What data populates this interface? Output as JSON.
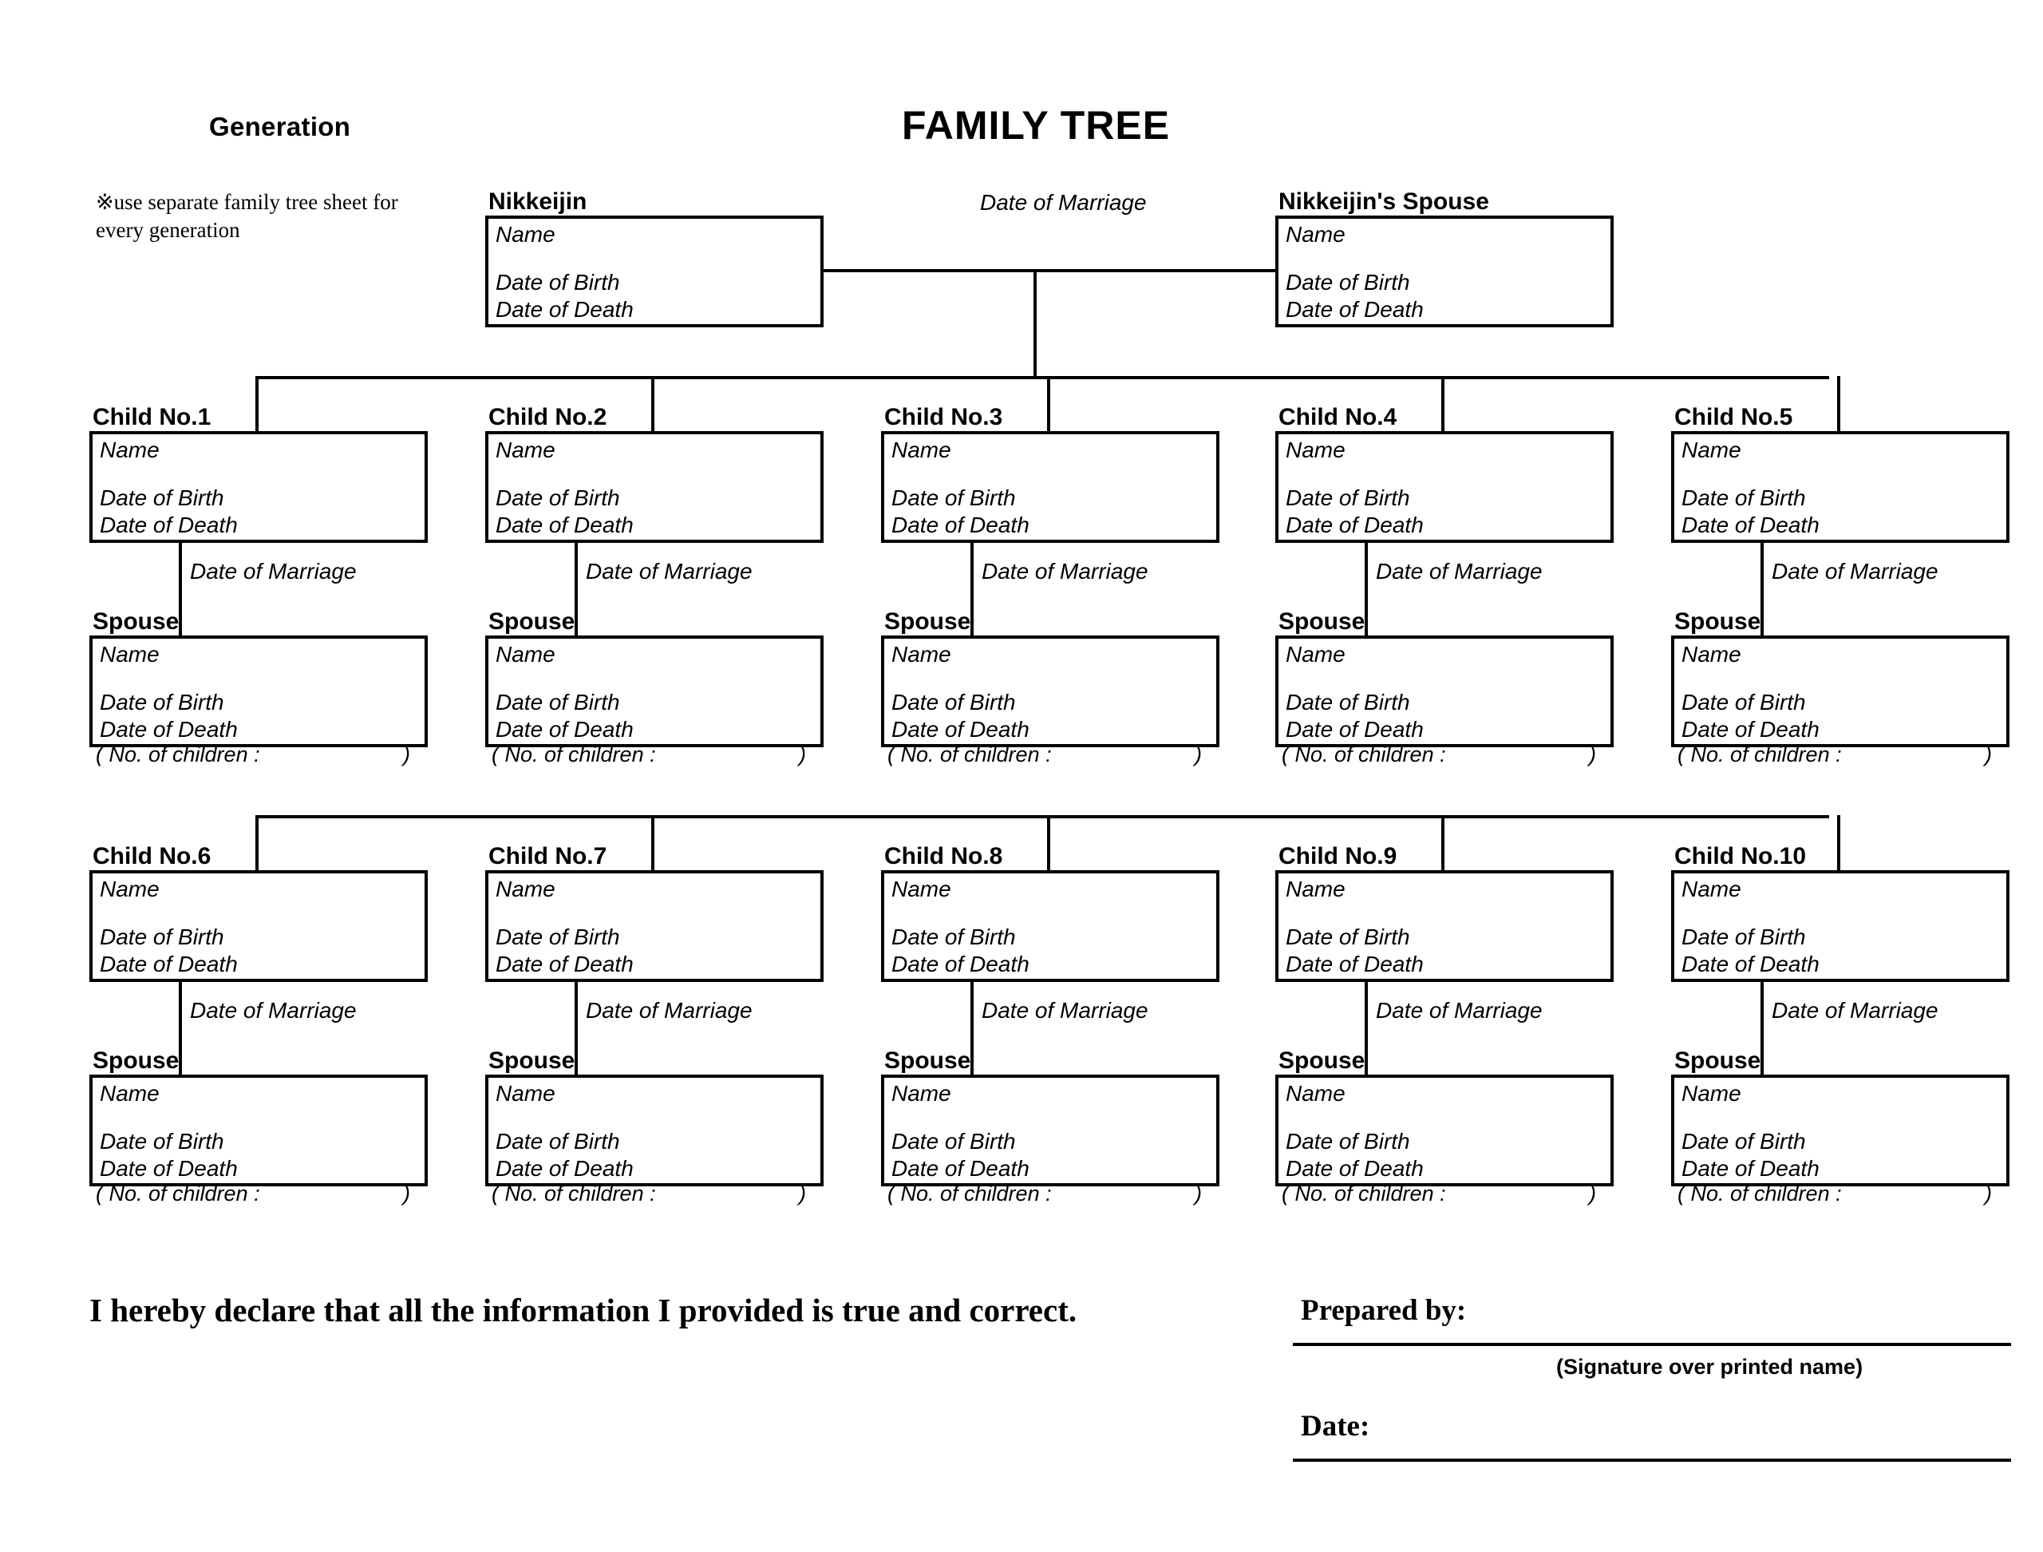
{
  "header": {
    "generation_title": "Generation",
    "document_title": "FAMILY TREE",
    "note": "※use separate family tree sheet for every generation"
  },
  "fields": {
    "name": "Name",
    "date_of_birth": "Date of Birth",
    "date_of_death": "Date of Death",
    "date_of_marriage": "Date of Marriage",
    "children_count_open": "( No. of children :",
    "children_count_close": ")"
  },
  "root": {
    "principal_caption": "Nikkeijin",
    "spouse_caption": "Nikkeijin's Spouse",
    "marriage_label": "Date of Marriage"
  },
  "children": [
    {
      "caption": "Child No.1",
      "spouse_caption": "Spouse"
    },
    {
      "caption": "Child No.2",
      "spouse_caption": "Spouse"
    },
    {
      "caption": "Child No.3",
      "spouse_caption": "Spouse"
    },
    {
      "caption": "Child No.4",
      "spouse_caption": "Spouse"
    },
    {
      "caption": "Child No.5",
      "spouse_caption": "Spouse"
    },
    {
      "caption": "Child No.6",
      "spouse_caption": "Spouse"
    },
    {
      "caption": "Child No.7",
      "spouse_caption": "Spouse"
    },
    {
      "caption": "Child No.8",
      "spouse_caption": "Spouse"
    },
    {
      "caption": "Child No.9",
      "spouse_caption": "Spouse"
    },
    {
      "caption": "Child No.10",
      "spouse_caption": "Spouse"
    }
  ],
  "footer": {
    "declaration": "I hereby declare that all the information I provided is true and correct.",
    "prepared_by": "Prepared by:",
    "signature_caption": "(Signature over printed name)",
    "date": "Date:"
  },
  "colors": {
    "ink": "#000000",
    "paper": "#ffffff"
  }
}
